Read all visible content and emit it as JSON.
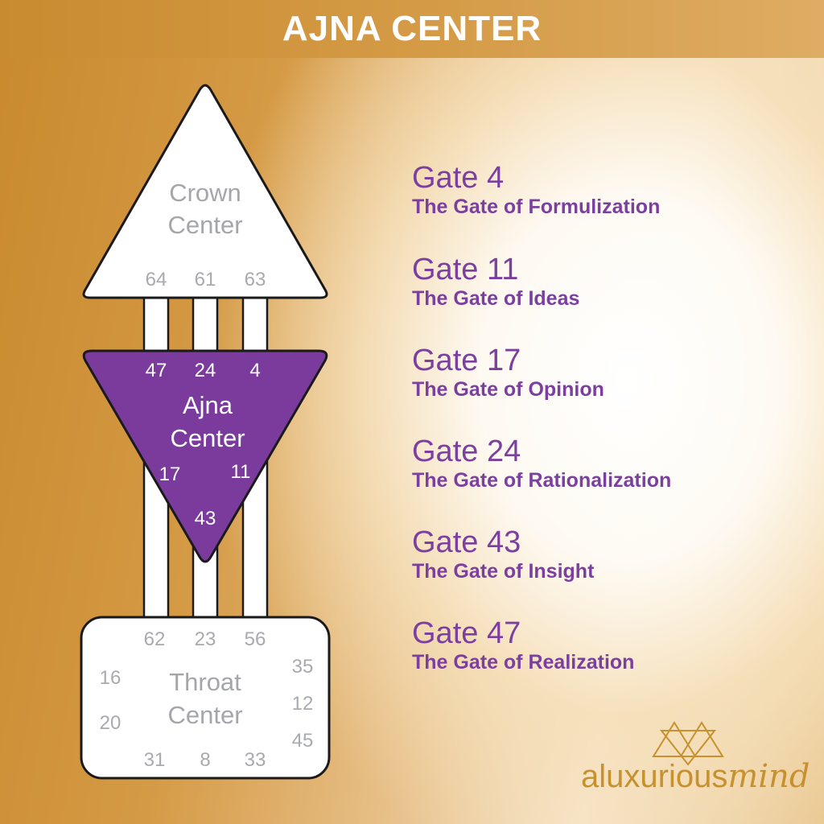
{
  "header": {
    "title": "AJNA CENTER"
  },
  "crown": {
    "label_line1": "Crown",
    "label_line2": "Center",
    "gates": [
      "64",
      "61",
      "63"
    ]
  },
  "ajna": {
    "label_line1": "Ajna",
    "label_line2": "Center",
    "gates_top": [
      "47",
      "24",
      "4"
    ],
    "gate_left": "17",
    "gate_right": "11",
    "gate_bottom": "43"
  },
  "throat": {
    "label_line1": "Throat",
    "label_line2": "Center",
    "gates_top": [
      "62",
      "23",
      "56"
    ],
    "gates_left": [
      "16",
      "20"
    ],
    "gates_right": [
      "35",
      "12",
      "45"
    ],
    "gates_bottom": [
      "31",
      "8",
      "33"
    ]
  },
  "gate_list": [
    {
      "title": "Gate 4",
      "subtitle": "The Gate of Formulization"
    },
    {
      "title": "Gate 11",
      "subtitle": "The Gate of Ideas"
    },
    {
      "title": "Gate 17",
      "subtitle": "The Gate of Opinion"
    },
    {
      "title": "Gate 24",
      "subtitle": "The Gate of Rationalization"
    },
    {
      "title": "Gate 43",
      "subtitle": "The Gate of Insight"
    },
    {
      "title": "Gate 47",
      "subtitle": "The Gate of Realization"
    }
  ],
  "brand": {
    "name_part1": "aluxurious",
    "name_part2": "mind"
  },
  "colors": {
    "purple": "#7b3fa0",
    "gold": "#c8912f",
    "header": "#d49a45"
  }
}
